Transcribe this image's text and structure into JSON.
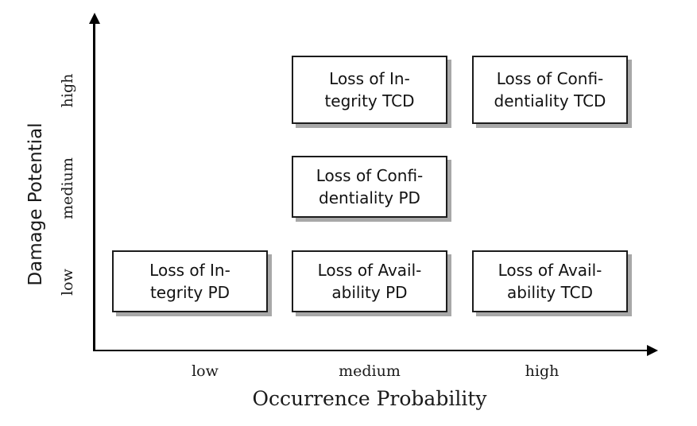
{
  "chart_data": {
    "type": "table",
    "title": "",
    "xlabel": "Occurrence Probability",
    "ylabel": "Damage Potential",
    "x_categories": [
      "low",
      "medium",
      "high"
    ],
    "y_categories": [
      "low",
      "medium",
      "high"
    ],
    "grid": false,
    "legend": "none",
    "axis_style": "arrow",
    "cells": [
      {
        "x": "medium",
        "y": "high",
        "label": "Loss of In-\ntegrity TCD"
      },
      {
        "x": "high",
        "y": "high",
        "label": "Loss of Confi-\ndentiality TCD"
      },
      {
        "x": "medium",
        "y": "medium",
        "label": "Loss of Confi-\ndentiality PD"
      },
      {
        "x": "low",
        "y": "low",
        "label": "Loss of In-\ntegrity PD"
      },
      {
        "x": "medium",
        "y": "low",
        "label": "Loss of Avail-\nability PD"
      },
      {
        "x": "high",
        "y": "low",
        "label": "Loss of Avail-\nability TCD"
      }
    ]
  },
  "axes": {
    "y": {
      "title": "Damage Potential",
      "ticks": [
        {
          "label": "high"
        },
        {
          "label": "medium"
        },
        {
          "label": "low"
        }
      ]
    },
    "x": {
      "title": "Occurrence Probability",
      "ticks": [
        {
          "label": "low"
        },
        {
          "label": "medium"
        },
        {
          "label": "high"
        }
      ]
    }
  },
  "boxes": [
    {
      "name": "loss-of-integrity-tcd",
      "line1": "Loss of In-",
      "line2": "tegrity TCD"
    },
    {
      "name": "loss-of-confidentiality-tcd",
      "line1": "Loss of Confi-",
      "line2": "dentiality TCD"
    },
    {
      "name": "loss-of-confidentiality-pd",
      "line1": "Loss of Confi-",
      "line2": "dentiality PD"
    },
    {
      "name": "loss-of-integrity-pd",
      "line1": "Loss of In-",
      "line2": "tegrity PD"
    },
    {
      "name": "loss-of-availability-pd",
      "line1": "Loss of Avail-",
      "line2": "ability PD"
    },
    {
      "name": "loss-of-availability-tcd",
      "line1": "Loss of Avail-",
      "line2": "ability TCD"
    }
  ],
  "colors": {
    "axis": "#000000",
    "box_border": "#1c1c1c",
    "box_fill": "#ffffff",
    "box_shadow": "#a8a8a8",
    "text": "#121212",
    "background": "#ffffff"
  }
}
